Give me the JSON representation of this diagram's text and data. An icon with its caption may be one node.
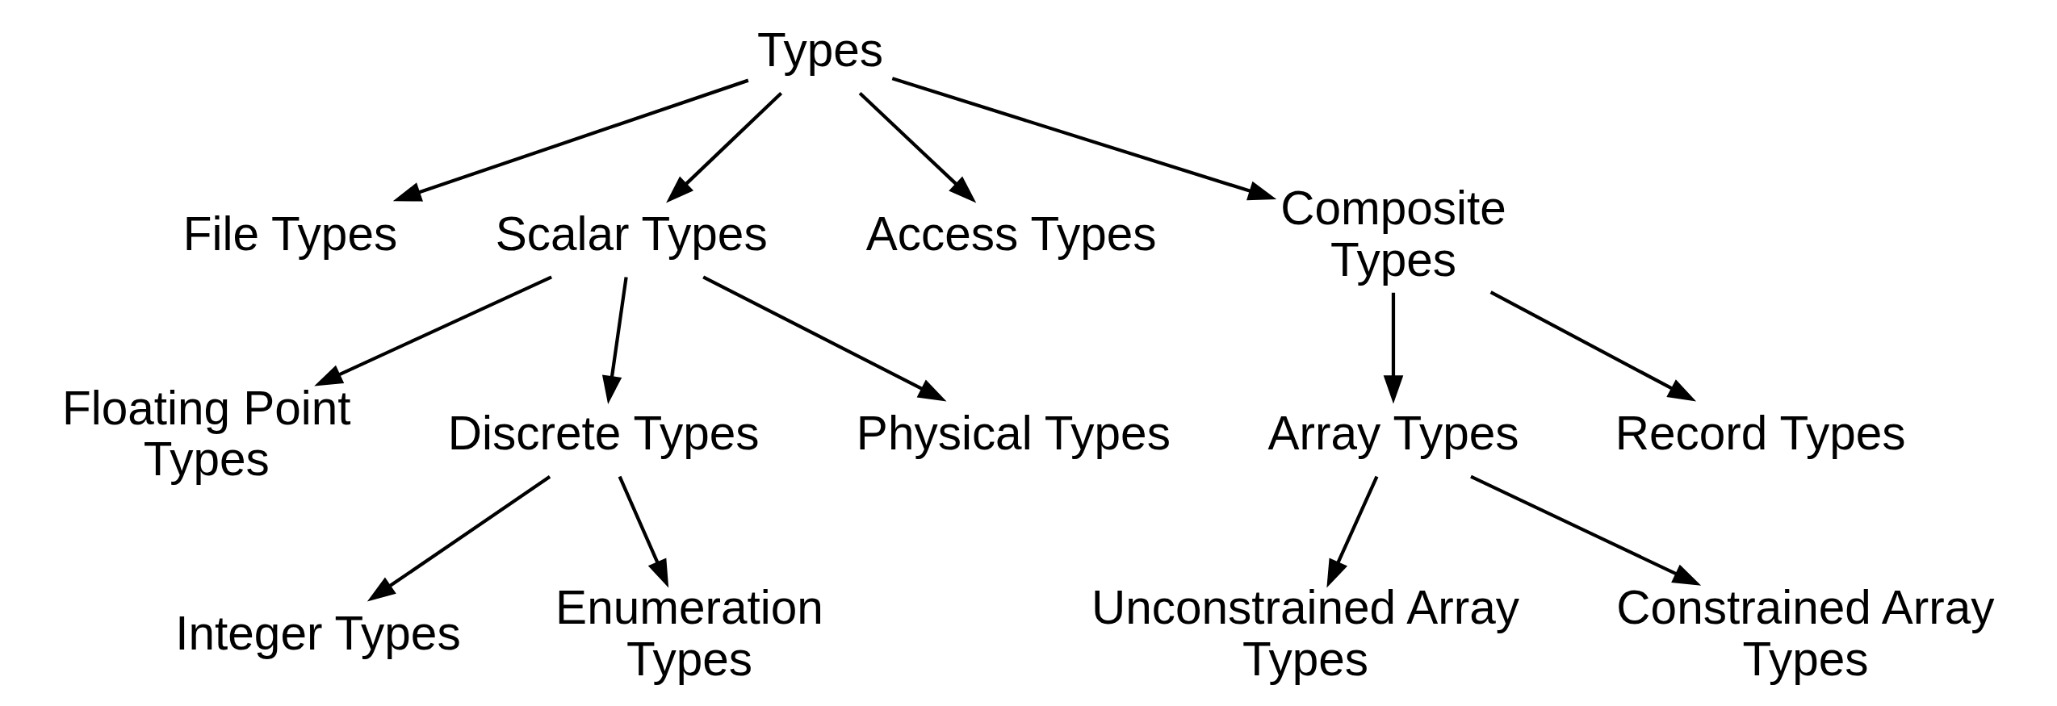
{
  "diagram": {
    "nodes": [
      {
        "text": [
          "Types"
        ]
      },
      {
        "text": [
          "File Types"
        ]
      },
      {
        "text": [
          "Scalar Types"
        ]
      },
      {
        "text": [
          "Access Types"
        ]
      },
      {
        "text": [
          "Composite Types"
        ]
      },
      {
        "text": [
          "Floating Point Types"
        ]
      },
      {
        "text": [
          "Discrete Types"
        ]
      },
      {
        "text": [
          "Physical Types"
        ]
      },
      {
        "text": [
          "Array Types"
        ]
      },
      {
        "text": [
          "Record Types"
        ]
      },
      {
        "text": [
          "Integer Types"
        ]
      },
      {
        "text": [
          "Enumeration Types"
        ]
      },
      {
        "text": [
          "Unconstrained Array Types"
        ]
      },
      {
        "text": [
          "Constrained Array Types"
        ]
      }
    ],
    "edges": [
      {
        "from": 0,
        "to": 1,
        "arrow": "to"
      },
      {
        "from": 0,
        "to": 2,
        "arrow": "to"
      },
      {
        "from": 0,
        "to": 3,
        "arrow": "to"
      },
      {
        "from": 0,
        "to": 4,
        "arrow": "to"
      },
      {
        "from": 2,
        "to": 5,
        "arrow": "to"
      },
      {
        "from": 2,
        "to": 6,
        "arrow": "to"
      },
      {
        "from": 2,
        "to": 7,
        "arrow": "to"
      },
      {
        "from": 4,
        "to": 8,
        "arrow": "to"
      },
      {
        "from": 4,
        "to": 9,
        "arrow": "to"
      },
      {
        "from": 6,
        "to": 10,
        "arrow": "to"
      },
      {
        "from": 6,
        "to": 11,
        "arrow": "to"
      },
      {
        "from": 8,
        "to": 12,
        "arrow": "to"
      },
      {
        "from": 8,
        "to": 13,
        "arrow": "to"
      }
    ]
  }
}
